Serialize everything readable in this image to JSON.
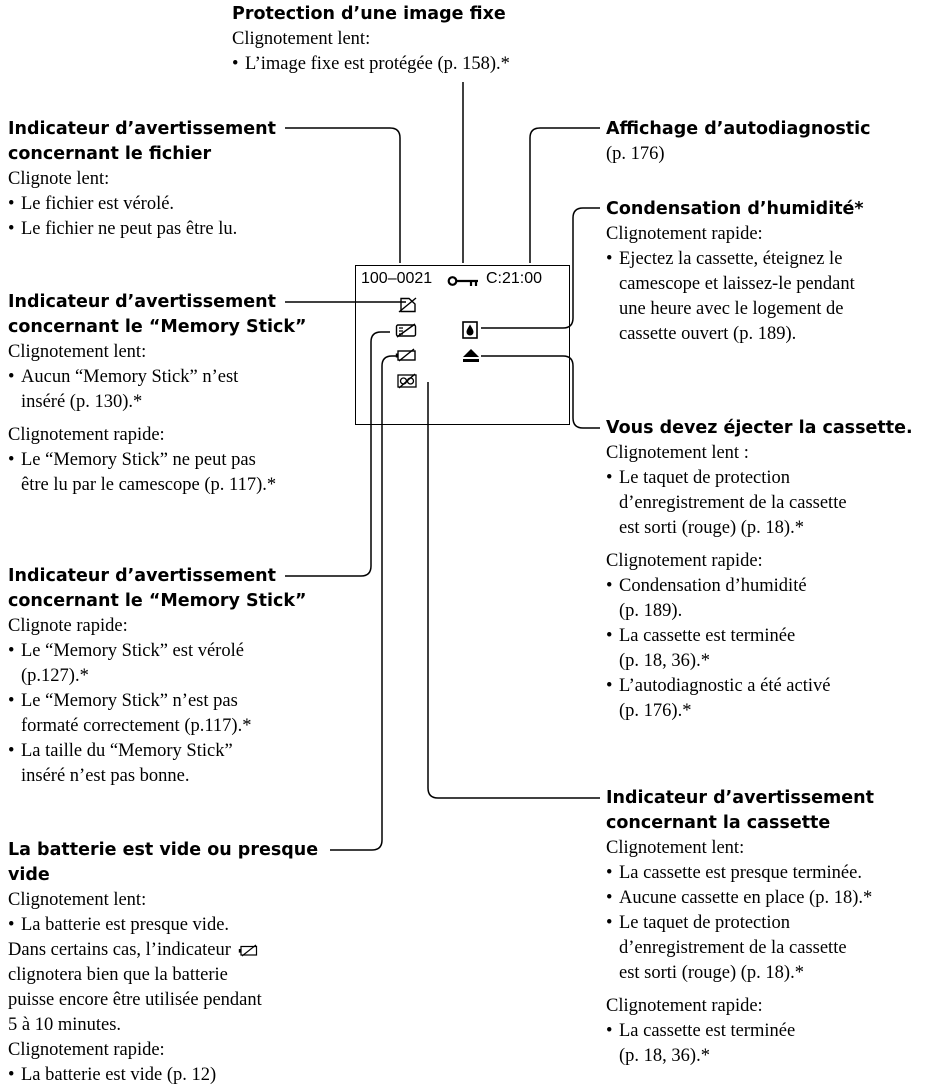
{
  "display": {
    "file_number": "100–0021",
    "timecode": "C:21:00",
    "icons": [
      "protect-key-icon",
      "file-warning-icon",
      "memory-stick-warning-icon",
      "moisture-drop-icon",
      "battery-icon",
      "eject-icon",
      "cassette-warning-icon"
    ]
  },
  "callouts": {
    "protection": {
      "title": "Protection d’une image fixe",
      "sub": "Clignotement lent:",
      "items": [
        "L’image fixe est protégée (p. 158).*"
      ]
    },
    "file_warning": {
      "title_lines": [
        "Indicateur d’avertissement",
        "concernant le fichier"
      ],
      "sub": "Clignote lent:",
      "items": [
        "Le fichier est vérolé.",
        "Le fichier ne peut pas être lu."
      ]
    },
    "ms_warning_1": {
      "title_lines": [
        "Indicateur d’avertissement",
        "concernant le “Memory Stick”"
      ],
      "sub1": "Clignotement lent:",
      "items1": [
        [
          "Aucun “Memory Stick” n’est",
          "inséré (p. 130).*"
        ]
      ],
      "sub2": "Clignotement rapide:",
      "items2": [
        [
          "Le “Memory Stick” ne peut pas",
          "être lu par le camescope (p. 117).*"
        ]
      ]
    },
    "ms_warning_2": {
      "title_lines": [
        "Indicateur d’avertissement",
        "concernant le “Memory Stick”"
      ],
      "sub": "Clignote rapide:",
      "items": [
        [
          "Le “Memory Stick” est vérolé",
          "(p.127).*"
        ],
        [
          "Le “Memory Stick” n’est pas",
          "formaté correctement (p.117).*"
        ],
        [
          "La taille du “Memory Stick”",
          "inséré n’est pas bonne."
        ]
      ]
    },
    "battery": {
      "title_lines": [
        "La batterie est vide ou presque",
        "vide"
      ],
      "sub1": "Clignotement lent:",
      "item1": "La batterie est presque vide.",
      "para_line1_before": "Dans certains cas, l’indicateur",
      "para_lines": [
        "clignotera bien que la batterie",
        "puisse encore être utilisée pendant",
        "5 à 10 minutes."
      ],
      "sub2": "Clignotement rapide:",
      "item2": "La batterie est vide (p. 12)"
    },
    "self_diag": {
      "title": "Affichage d’autodiagnostic",
      "sub": "(p. 176)"
    },
    "moisture": {
      "title": "Condensation d’humidité*",
      "sub": "Clignotement rapide:",
      "items": [
        [
          "Ejectez la cassette, éteignez le",
          "camescope et laissez-le pendant",
          "une heure  avec le logement de",
          "cassette ouvert (p. 189)."
        ]
      ]
    },
    "eject": {
      "title": "Vous devez éjecter la cassette.",
      "sub1": "Clignotement lent :",
      "items1": [
        [
          "Le taquet de protection",
          "d’enregistrement de la cassette",
          "est sorti (rouge) (p. 18).*"
        ]
      ],
      "sub2": "Clignotement rapide:",
      "items2": [
        [
          "Condensation d’humidité",
          "(p. 189)."
        ],
        [
          "La cassette est terminée",
          "(p. 18, 36).*"
        ],
        [
          "L’autodiagnostic a été activé",
          "(p. 176).*"
        ]
      ]
    },
    "cassette_warning": {
      "title_lines": [
        "Indicateur d’avertissement",
        "concernant la cassette"
      ],
      "sub1": "Clignotement lent:",
      "items1": [
        [
          "La cassette est presque terminée."
        ],
        [
          "Aucune cassette en place (p. 18).*"
        ],
        [
          "Le taquet de protection",
          "d’enregistrement de la cassette",
          "est sorti (rouge) (p. 18).*"
        ]
      ],
      "sub2": "Clignotement rapide:",
      "items2": [
        [
          "La cassette est terminée",
          "(p. 18, 36).*"
        ]
      ]
    }
  }
}
